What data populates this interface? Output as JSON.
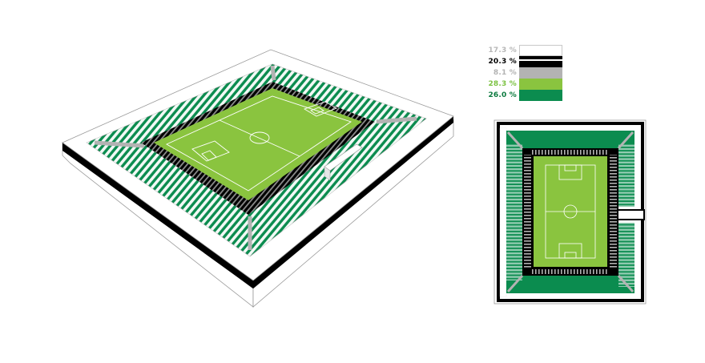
{
  "legend": [
    {
      "label": "17.3 %",
      "fill": "#ffffff",
      "text_color": "#b8b8b8"
    },
    {
      "label": "20.3 %",
      "fill": "#000000",
      "text_color": "#000000"
    },
    {
      "label": "8.1 %",
      "fill": "#b3b3b3",
      "text_color": "#b3b3b3"
    },
    {
      "label": "28.3 %",
      "fill": "#8ac43f",
      "text_color": "#7cc242"
    },
    {
      "label": "26.0 %",
      "fill": "#0b8c4f",
      "text_color": "#0b7a3e"
    }
  ],
  "colors": {
    "pitch": "#8ac43f",
    "seating_green": "#0b8c4f",
    "concourse_black": "#000000",
    "walkway_grey": "#b3b3b3",
    "roof_white": "#ffffff",
    "outline": "#9a9a9a"
  },
  "icons": [
    "football-pitch",
    "stadium-isometric-view",
    "stadium-plan-view"
  ]
}
